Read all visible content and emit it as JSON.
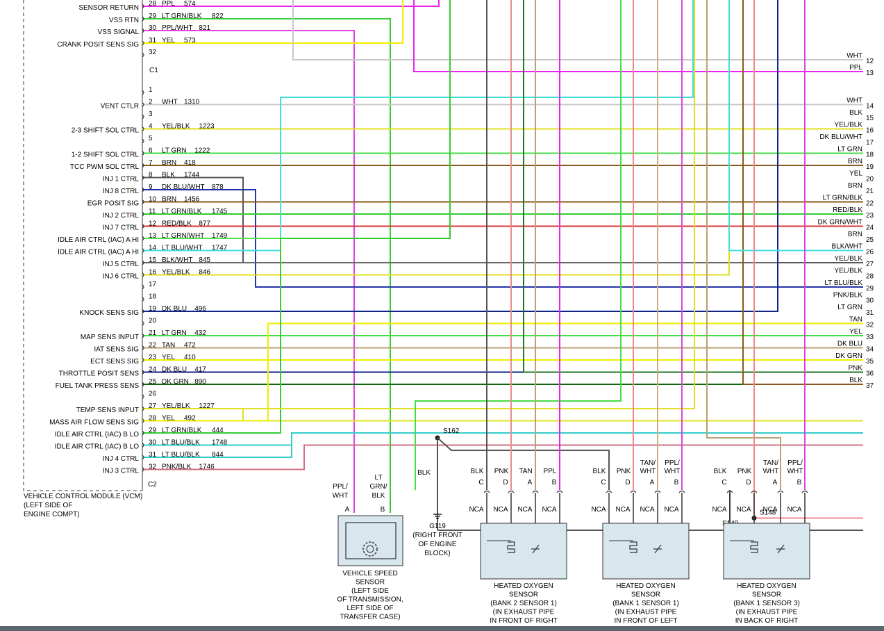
{
  "vcm": {
    "lines": [
      "VEHICLE CONTROL MODULE (VCM)",
      "(LEFT SIDE OF",
      "ENGINE COMPT)"
    ],
    "connector_c1": "C1",
    "connector_c2": "C2"
  },
  "colors": {
    "PPL": "#ee22ee",
    "LT GRN/BLK": "#33cc33",
    "PPL/WHT": "#dd44dd",
    "YEL": "#eeee00",
    "WHT": "#c8c8c8",
    "BLK": "#555555",
    "YEL/BLK": "#e0e020",
    "LT GRN": "#44dd44",
    "BRN": "#8b5a1a",
    "DK BLU/WHT": "#2233aa",
    "RED/BLK": "#dd3333",
    "LT GRN/WHT": "#55dd55",
    "LT BLU/WHT": "#44dddd",
    "BLK/WHT": "#666666",
    "DK BLU": "#112288",
    "TAN": "#bba070",
    "DK GRN": "#116611",
    "LT BLU/BLK": "#33cccc",
    "PNK/BLK": "#d07080",
    "DK GRN/WHT": "#227722",
    "PNK": "#f08888",
    "TAN/WHT": "#c8b080"
  },
  "c1_pins": [
    {
      "pin": "28",
      "label": "SENSOR RETURN",
      "color": "PPL",
      "circuit": "574"
    },
    {
      "pin": "29",
      "label": "VSS RTN",
      "color": "LT GRN/BLK",
      "circuit": "822"
    },
    {
      "pin": "30",
      "label": "VSS SIGNAL",
      "color": "PPL/WHT",
      "circuit": "821"
    },
    {
      "pin": "31",
      "label": "CRANK POSIT SENS SIG",
      "color": "YEL",
      "circuit": "573"
    },
    {
      "pin": "32",
      "label": "",
      "color": "",
      "circuit": ""
    }
  ],
  "c2_pins": [
    {
      "pin": "1",
      "label": "",
      "color": "",
      "circuit": ""
    },
    {
      "pin": "2",
      "label": "VENT CTLR",
      "color": "WHT",
      "circuit": "1310"
    },
    {
      "pin": "3",
      "label": "",
      "color": "",
      "circuit": ""
    },
    {
      "pin": "4",
      "label": "2-3 SHIFT SOL CTRL",
      "color": "YEL/BLK",
      "circuit": "1223"
    },
    {
      "pin": "5",
      "label": "",
      "color": "",
      "circuit": ""
    },
    {
      "pin": "6",
      "label": "1-2 SHIFT SOL CTRL",
      "color": "LT GRN",
      "circuit": "1222"
    },
    {
      "pin": "7",
      "label": "TCC PWM SOL CTRL",
      "color": "BRN",
      "circuit": "418"
    },
    {
      "pin": "8",
      "label": "INJ 1 CTRL",
      "color": "BLK",
      "circuit": "1744"
    },
    {
      "pin": "9",
      "label": "INJ 8 CTRL",
      "color": "DK BLU/WHT",
      "circuit": "878"
    },
    {
      "pin": "10",
      "label": "EGR POSIT SIG",
      "color": "BRN",
      "circuit": "1456"
    },
    {
      "pin": "11",
      "label": "INJ 2 CTRL",
      "color": "LT GRN/BLK",
      "circuit": "1745"
    },
    {
      "pin": "12",
      "label": "INJ 7 CTRL",
      "color": "RED/BLK",
      "circuit": "877"
    },
    {
      "pin": "13",
      "label": "IDLE AIR CTRL (IAC) A HI",
      "color": "LT GRN/WHT",
      "circuit": "1749"
    },
    {
      "pin": "14",
      "label": "IDLE AIR CTRL (IAC) A HI",
      "color": "LT BLU/WHT",
      "circuit": "1747"
    },
    {
      "pin": "15",
      "label": "INJ 5 CTRL",
      "color": "BLK/WHT",
      "circuit": "845"
    },
    {
      "pin": "16",
      "label": "INJ 6 CTRL",
      "color": "YEL/BLK",
      "circuit": "846"
    },
    {
      "pin": "17",
      "label": "",
      "color": "",
      "circuit": ""
    },
    {
      "pin": "18",
      "label": "",
      "color": "",
      "circuit": ""
    },
    {
      "pin": "19",
      "label": "KNOCK SENS SIG",
      "color": "DK BLU",
      "circuit": "496"
    },
    {
      "pin": "20",
      "label": "",
      "color": "",
      "circuit": ""
    },
    {
      "pin": "21",
      "label": "MAP SENS INPUT",
      "color": "LT GRN",
      "circuit": "432"
    },
    {
      "pin": "22",
      "label": "IAT SENS SIG",
      "color": "TAN",
      "circuit": "472"
    },
    {
      "pin": "23",
      "label": "ECT SENS SIG",
      "color": "YEL",
      "circuit": "410"
    },
    {
      "pin": "24",
      "label": "THROTTLE POSIT SENS",
      "color": "DK BLU",
      "circuit": "417"
    },
    {
      "pin": "25",
      "label": "FUEL TANK PRESS SENS",
      "color": "DK GRN",
      "circuit": "890"
    },
    {
      "pin": "26",
      "label": "",
      "color": "",
      "circuit": ""
    },
    {
      "pin": "27",
      "label": "TEMP SENS INPUT",
      "color": "YEL/BLK",
      "circuit": "1227"
    },
    {
      "pin": "28",
      "label": "MASS AIR FLOW SENS SIG",
      "color": "YEL",
      "circuit": "492"
    },
    {
      "pin": "29",
      "label": "IDLE AIR CTRL (IAC) B LO",
      "color": "LT GRN/BLK",
      "circuit": "444"
    },
    {
      "pin": "30",
      "label": "IDLE AIR CTRL (IAC) B LO",
      "color": "LT BLU/BLK",
      "circuit": "1748"
    },
    {
      "pin": "31",
      "label": "INJ 4 CTRL",
      "color": "LT BLU/BLK",
      "circuit": "844"
    },
    {
      "pin": "32",
      "label": "INJ 3 CTRL",
      "color": "PNK/BLK",
      "circuit": "1746"
    }
  ],
  "right_wires": [
    {
      "num": "12",
      "color": "WHT"
    },
    {
      "num": "13",
      "color": "PPL"
    },
    {
      "num": "14",
      "color": "WHT"
    },
    {
      "num": "15",
      "color": "BLK"
    },
    {
      "num": "16",
      "color": "YEL/BLK"
    },
    {
      "num": "17",
      "color": "DK BLU/WHT"
    },
    {
      "num": "18",
      "color": "LT GRN"
    },
    {
      "num": "19",
      "color": "BRN"
    },
    {
      "num": "20",
      "color": "YEL"
    },
    {
      "num": "21",
      "color": "BRN"
    },
    {
      "num": "22",
      "color": "LT GRN/BLK"
    },
    {
      "num": "23",
      "color": "RED/BLK"
    },
    {
      "num": "24",
      "color": "DK GRN/WHT"
    },
    {
      "num": "25",
      "color": "BRN"
    },
    {
      "num": "26",
      "color": "BLK/WHT"
    },
    {
      "num": "27",
      "color": "YEL/BLK"
    },
    {
      "num": "28",
      "color": "YEL/BLK"
    },
    {
      "num": "29",
      "color": "LT BLU/BLK"
    },
    {
      "num": "30",
      "color": "PNK/BLK"
    },
    {
      "num": "31",
      "color": "LT GRN"
    },
    {
      "num": "32",
      "color": "TAN"
    },
    {
      "num": "33",
      "color": "YEL"
    },
    {
      "num": "34",
      "color": "DK BLU"
    },
    {
      "num": "35",
      "color": "DK GRN"
    },
    {
      "num": "36",
      "color": "PNK"
    },
    {
      "num": "37",
      "color": "BLK"
    }
  ],
  "splices": {
    "s148": "S148",
    "s149": "S149",
    "s162": "S162"
  },
  "ground": {
    "wire_color": "BLK",
    "id": "G119",
    "lines": [
      "(RIGHT FRONT",
      "OF ENGINE",
      "BLOCK)"
    ]
  },
  "vss": {
    "wire_a": [
      "PPL/",
      "WHT"
    ],
    "wire_b": [
      "LT",
      "GRN/",
      "BLK"
    ],
    "pin_a": "A",
    "pin_b": "B",
    "lines": [
      "VEHICLE SPEED",
      "SENSOR",
      "(LEFT SIDE",
      "OF TRANSMISSION,",
      "LEFT SIDE OF",
      "TRANSFER CASE)"
    ]
  },
  "o2_sensors": [
    {
      "wires": [
        [
          "BLK"
        ],
        [
          "PNK"
        ],
        [
          "TAN"
        ],
        [
          "PPL"
        ]
      ],
      "pins": [
        "C",
        "D",
        "A",
        "B"
      ],
      "nca": "NCA",
      "lines": [
        "HEATED OXYGEN",
        "SENSOR",
        "(BANK 2 SENSOR 1)",
        "(IN EXHAUST PIPE",
        "IN FRONT OF RIGHT"
      ]
    },
    {
      "wires": [
        [
          "BLK"
        ],
        [
          "PNK"
        ],
        [
          "TAN/",
          "WHT"
        ],
        [
          "PPL/",
          "WHT"
        ]
      ],
      "pins": [
        "C",
        "D",
        "A",
        "B"
      ],
      "nca": "NCA",
      "lines": [
        "HEATED OXYGEN",
        "SENSOR",
        "(BANK 1 SENSOR 1)",
        "(IN EXHAUST PIPE",
        "IN FRONT OF LEFT"
      ]
    },
    {
      "wires": [
        [
          "BLK"
        ],
        [
          "PNK"
        ],
        [
          "TAN/",
          "WHT"
        ],
        [
          "PPL/",
          "WHT"
        ]
      ],
      "pins": [
        "C",
        "D",
        "A",
        "B"
      ],
      "nca": "NCA",
      "lines": [
        "HEATED OXYGEN",
        "SENSOR",
        "(BANK 1 SENSOR 3)",
        "(IN EXHAUST PIPE",
        "IN BACK OF RIGHT"
      ]
    }
  ]
}
